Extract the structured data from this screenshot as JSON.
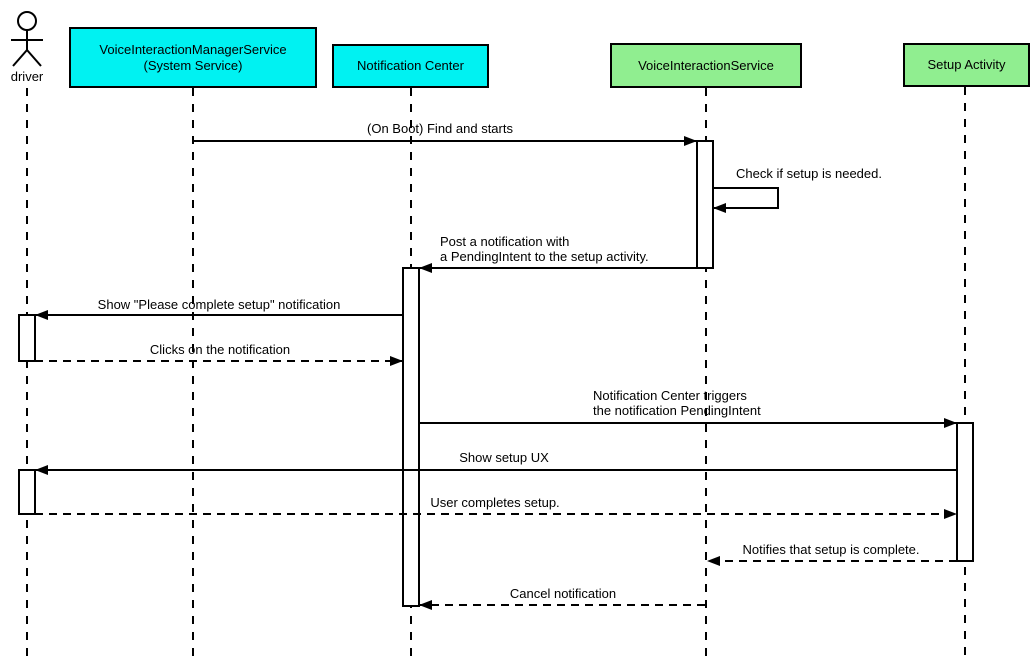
{
  "diagram": {
    "kind": "uml-sequence-diagram",
    "background": "#FFFFFF",
    "stroke_color": "#000000",
    "actor": {
      "label": "driver"
    },
    "participants": [
      {
        "label": "VoiceInteractionManagerService\n(System Service)",
        "fill": "#00F2F2"
      },
      {
        "label": "Notification Center",
        "fill": "#00F2F2"
      },
      {
        "label": "VoiceInteractionService",
        "fill": "#90EE90"
      },
      {
        "label": "Setup Activity",
        "fill": "#90EE90"
      }
    ],
    "messages": [
      {
        "label": "(On Boot) Find and starts",
        "from": "VoiceInteractionManagerService (System Service)",
        "to": "VoiceInteractionService",
        "line": "solid"
      },
      {
        "label": "Check if setup is needed.",
        "from": "VoiceInteractionService",
        "to": "VoiceInteractionService",
        "line": "solid",
        "self_message": true
      },
      {
        "label": "Post a notification with\na PendingIntent to the setup activity.",
        "from": "VoiceInteractionService",
        "to": "Notification Center",
        "line": "solid"
      },
      {
        "label": "Show \"Please complete setup\" notification",
        "from": "Notification Center",
        "to": "driver",
        "line": "solid"
      },
      {
        "label": "Clicks on the notification",
        "from": "driver",
        "to": "Notification Center",
        "line": "dashed"
      },
      {
        "label": "Notification Center triggers\nthe notification PendingIntent",
        "from": "Notification Center",
        "to": "Setup Activity",
        "line": "solid"
      },
      {
        "label": "Show setup UX",
        "from": "Setup Activity",
        "to": "driver",
        "line": "solid"
      },
      {
        "label": "User completes setup.",
        "from": "driver",
        "to": "Setup Activity",
        "line": "dashed"
      },
      {
        "label": "Notifies that setup is complete.",
        "from": "Setup Activity",
        "to": "VoiceInteractionService",
        "line": "dashed"
      },
      {
        "label": "Cancel notification",
        "from": "VoiceInteractionService",
        "to": "Notification Center",
        "line": "dashed"
      }
    ]
  }
}
